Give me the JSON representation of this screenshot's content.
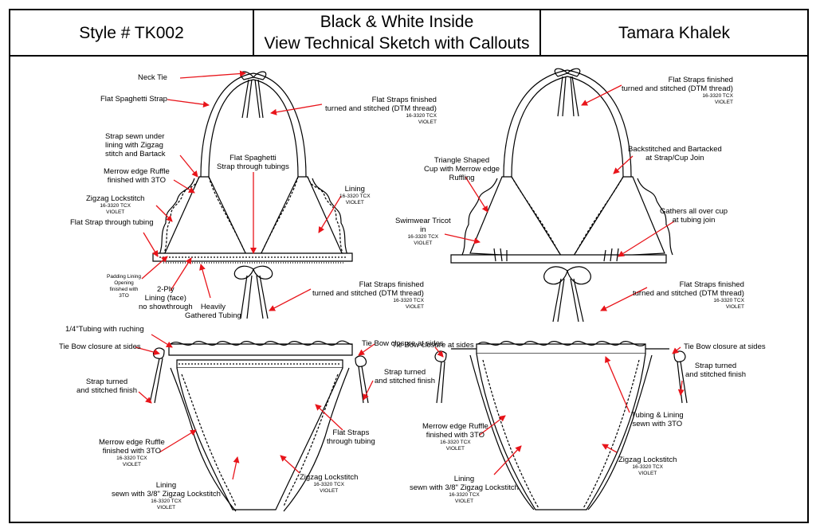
{
  "header": {
    "style": "Style # TK002",
    "title_line1": "Black & White Inside",
    "title_line2": "View Technical Sketch with Callouts",
    "designer": "Tamara Khalek"
  },
  "colors": {
    "arrow": "#e8141a",
    "line": "#000000"
  },
  "callouts": {
    "neck_tie": "Neck Tie",
    "flat_spaghetti_strap": "Flat Spaghetti Strap",
    "flat_straps_tl_1": "Flat Straps finished",
    "flat_straps_tl_2": "turned and stitched (DTM thread)",
    "flat_straps_tl_3": "16-3320 TCX",
    "flat_straps_tl_4": "VIOLET",
    "strap_sewn_1": "Strap sewn under",
    "strap_sewn_2": "lining with Zigzag",
    "strap_sewn_3": "stitch and Bartack",
    "flat_spaghetti_tubings_1": "Flat Spaghetti",
    "flat_spaghetti_tubings_2": "Strap through tubings",
    "merrow_tl_1": "Merrow edge Ruffle",
    "merrow_tl_2": "finished with 3TO",
    "zigzag_tl_1": "Zigzag Lockstitch",
    "zigzag_tl_2": "16-3320 TCX",
    "zigzag_tl_3": "VIOLET",
    "flat_strap_tubing": "Flat Strap through tubing",
    "lining_tl_1": "Lining",
    "lining_tl_2": "16-3320 TCX",
    "lining_tl_3": "VIOLET",
    "padding_1": "Padding Lining",
    "padding_2": "Opening",
    "padding_3": "finished with",
    "padding_4": "3TO",
    "ply_1": "2-Ply",
    "ply_2": "Lining (face)",
    "ply_3": "no showthrough",
    "heavily_1": "Heavily",
    "heavily_2": "Gathered Tubing",
    "flat_straps_bl_1": "Flat Straps finished",
    "flat_straps_bl_2": "turned and stitched (DTM thread)",
    "flat_straps_bl_3": "16-3320 TCX",
    "flat_straps_bl_4": "VIOLET",
    "flat_straps_tr_1": "Flat Straps finished",
    "flat_straps_tr_2": "turned and stitched (DTM thread)",
    "flat_straps_tr_3": "16-3320 TCX",
    "flat_straps_tr_4": "VIOLET",
    "backstitched_1": "Backstitched and Bartacked",
    "backstitched_2": "at Strap/Cup Join",
    "triangle_1": "Triangle Shaped",
    "triangle_2": "Cup with Merrow edge",
    "triangle_3": "Ruffling",
    "gathers_1": "Gathers all over cup",
    "gathers_2": "at tubing join",
    "tricot_1": "Swimwear Tricot",
    "tricot_2": "in",
    "tricot_3": "16-3320 TCX",
    "tricot_4": "VIOLET",
    "flat_straps_br_1": "Flat Straps finished",
    "flat_straps_br_2": "turned and stitched (DTM thread)",
    "flat_straps_br_3": "16-3320 TCX",
    "flat_straps_br_4": "VIOLET",
    "tubing_ruching": "1/4\"Tubing with ruching",
    "tie_bow_l": "Tie Bow closure at sides",
    "tie_bow_m": "Tie Bow closure at sides",
    "tie_bow_ml": "Tie Bow closure at sides",
    "tie_bow_r": "Tie Bow closure at sides",
    "strap_turned_l_1": "Strap turned",
    "strap_turned_l_2": "and stitched finish",
    "strap_turned_m_1": "Strap turned",
    "strap_turned_m_2": "and stitched finish",
    "strap_turned_r_1": "Strap turned",
    "strap_turned_r_2": "and stitched finish",
    "merrow_bl_1": "Merrow edge Ruffle",
    "merrow_bl_2": "finished with 3TO",
    "merrow_bl_3": "16-3320 TCX",
    "merrow_bl_4": "VIOLET",
    "flat_straps_tubing_1": "Flat Straps",
    "flat_straps_tubing_2": "through tubing",
    "zigzag_bm_1": "Zigzag Lockstitch",
    "zigzag_bm_2": "16-3320 TCX",
    "zigzag_bm_3": "VIOLET",
    "lining_bl_1": "Lining",
    "lining_bl_2": "sewn with 3/8\" Zigzag Lockstitch",
    "lining_bl_3": "16-3320 TCX",
    "lining_bl_4": "VIOLET",
    "merrow_br_1": "Merrow edge Ruffle",
    "merrow_br_2": "finished with 3TO",
    "merrow_br_3": "16-3320 TCX",
    "merrow_br_4": "VIOLET",
    "tubing_lining_1": "Tubing & Lining",
    "tubing_lining_2": "sewn with 3TO",
    "zigzag_br_1": "Zigzag Lockstitch",
    "zigzag_br_2": "16-3320 TCX",
    "zigzag_br_3": "VIOLET",
    "lining_br_1": "Lining",
    "lining_br_2": "sewn with 3/8\" Zigzag Lockstitch",
    "lining_br_3": "16-3320 TCX",
    "lining_br_4": "VIOLET"
  }
}
